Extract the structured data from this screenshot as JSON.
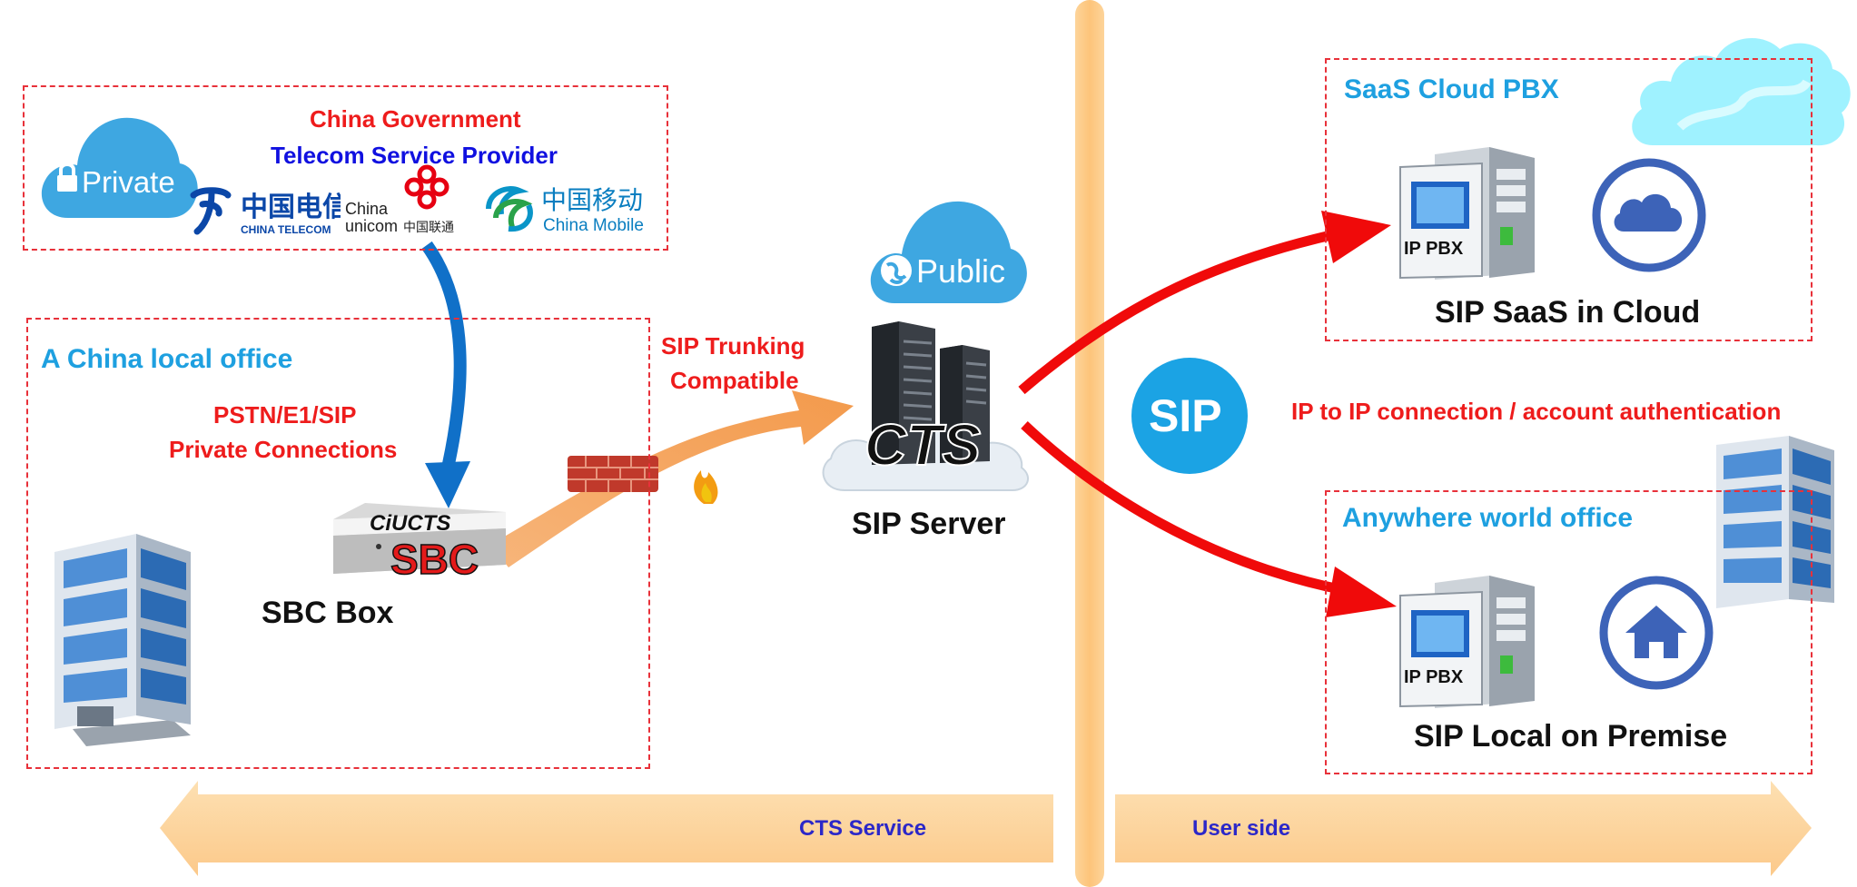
{
  "boxes": {
    "carrier": {
      "line1": "China Government",
      "line2": "Telecom Service Provider",
      "cloud_label": "Private",
      "logos": {
        "telecom_cn": "中国电信",
        "telecom_en": "CHINA TELECOM",
        "unicom_en1": "China",
        "unicom_en2": "unicom",
        "unicom_cn": "中国联通",
        "mobile_cn": "中国移动",
        "mobile_en": "China Mobile"
      }
    },
    "local_office": {
      "title": "A China local office",
      "conn_line1": "PSTN/E1/SIP",
      "conn_line2": "Private Connections",
      "sbc_label": "SBC Box",
      "sbc_brand": "CiUCTS",
      "sbc_text": "SBC"
    },
    "saas": {
      "title": "SaaS Cloud PBX",
      "pbx_label": "IP PBX",
      "caption": "SIP SaaS in Cloud"
    },
    "premise": {
      "title": "Anywhere world office",
      "pbx_label": "IP PBX",
      "caption": "SIP Local on Premise"
    }
  },
  "center": {
    "public_label": "Public",
    "trunk_line1": "SIP Trunking",
    "trunk_line2": "Compatible",
    "server_brand": "CTS",
    "server_label": "SIP Server"
  },
  "right": {
    "sip_badge": "SIP",
    "ip_auth": "IP to IP connection / account authentication"
  },
  "bottom": {
    "left_label": "CTS Service",
    "right_label": "User side"
  },
  "colors": {
    "dashed_border": "#e8313a",
    "red_text": "#ee1c1c",
    "blue_text": "#1010e0",
    "cyan_title": "#1ea0e0",
    "divider": "#fdc47a",
    "red_arrow": "#f00a0a",
    "blue_arrow": "#1070c8",
    "orange_arrow": "#f4a05a"
  }
}
